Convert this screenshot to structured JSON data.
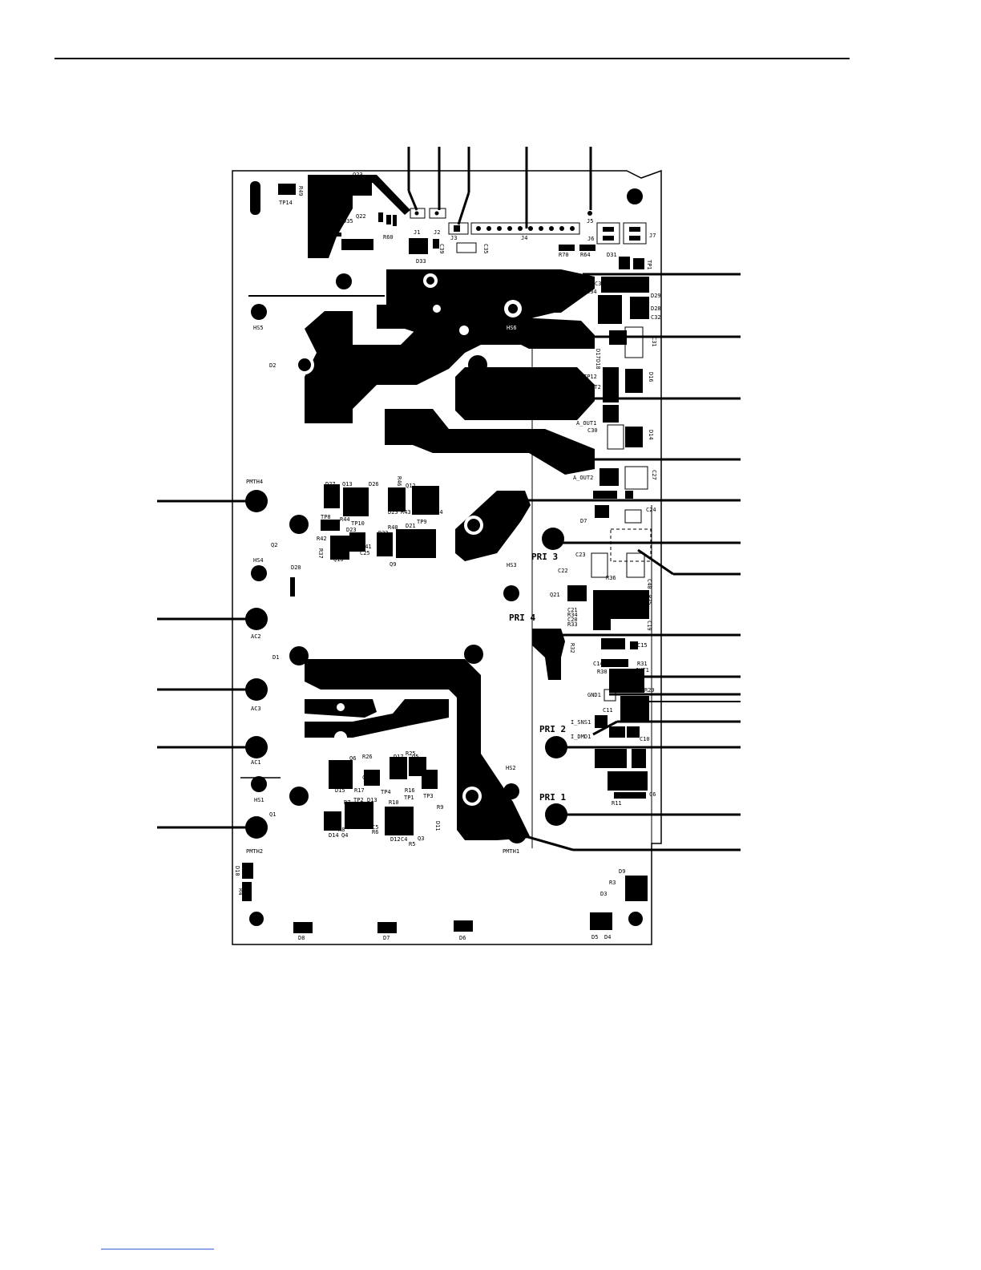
{
  "labels": {
    "TP14": "TP14",
    "R49": "R49",
    "Q23": "Q23",
    "Q22": "Q22",
    "D35": "D35",
    "R60": "R60",
    "J1": "J1",
    "J2": "J2",
    "J3": "J3",
    "J4": "J4",
    "J5": "J5",
    "J6": "J6",
    "J7": "J7",
    "D33": "D33",
    "C39": "C39",
    "C35": "C35",
    "R70": "R70",
    "R64": "R64",
    "D31": "D31",
    "TP1": "TP1",
    "C33": "C33",
    "C34": "C34",
    "D29": "D29",
    "D28": "D28",
    "C32": "C32",
    "C31": "C31",
    "HS5": "HS5",
    "HS6": "HS6",
    "D2": "D2",
    "D17": "D17",
    "D18": "D18",
    "D16": "D16",
    "TP12": "TP12",
    "OUT2": "OUT2",
    "A_OUT1": "A_OUT1",
    "C30": "C30",
    "D14": "D14",
    "A_OUT2": "A_OUT2",
    "C27": "C27",
    "PMTH4": "PMTH4",
    "D27": "D27",
    "Q13": "Q13",
    "D26": "D26",
    "R46": "R46",
    "Q12": "Q12",
    "D25": "D25",
    "R43": "R43",
    "D24": "D24",
    "R44": "R44",
    "TP10": "TP10",
    "TP9": "TP9",
    "TP8": "TP8",
    "D23": "D23",
    "R42": "R42",
    "R40": "R40",
    "D22": "D22",
    "D21": "D21",
    "TP5": "TP5",
    "R37": "R37",
    "Q10": "Q10",
    "R41": "R41",
    "C25": "C25",
    "Q9": "Q9",
    "Q2": "Q2",
    "D9": "D9",
    "D7": "D7",
    "C24": "C24",
    "C23": "C23",
    "C22": "C22",
    "PRI3": "PRI 3",
    "R36": "R36",
    "C40": "C40",
    "HS4": "HS4",
    "D20": "D20",
    "HS3": "HS3",
    "Q21": "Q21",
    "C21": "C21",
    "R35": "R35",
    "R34": "R34",
    "C20": "C20",
    "R33": "R33",
    "C19": "C19",
    "AC2": "AC2",
    "PRI4": "PRI 4",
    "R32": "R32",
    "C15": "C15",
    "C14": "C14",
    "R31": "R31",
    "D1": "D1",
    "R30": "R30",
    "OUT1": "OUT1",
    "GND1": "GND1",
    "R29": "R29",
    "C11": "C11",
    "AC3": "AC3",
    "I_SNS1": "I_SNS1",
    "I_DMD1": "I_DMD1",
    "PRI2": "PRI 2",
    "C10": "C10",
    "AC1": "AC1",
    "Q6": "Q6",
    "R26": "R26",
    "D17b": "D17",
    "R25": "R25",
    "Q5": "Q5",
    "R27": "R27",
    "D19": "D19",
    "C7": "C7",
    "R16": "R16",
    "D15": "D15",
    "R17": "R17",
    "TP4": "TP4",
    "TP3": "TP3",
    "HS2": "HS2",
    "HS1": "HS1",
    "PRI1": "PRI 1",
    "C6": "C6",
    "R11": "R11",
    "Q1": "Q1",
    "R7": "R7",
    "TP2": "TP2",
    "D13": "D13",
    "R10": "R10",
    "TP1b": "TP1",
    "R9": "R9",
    "R8": "R8",
    "C5": "C5",
    "R6": "R6",
    "D11": "D11",
    "D14b": "D14",
    "Q4": "Q4",
    "D12": "D12",
    "C4": "C4",
    "Q3": "Q3",
    "R5": "R5",
    "PMTH2": "PMTH2",
    "PMTH1": "PMTH1",
    "D10": "D10",
    "R4": "R4",
    "R3": "R3",
    "D3": "D3",
    "D9b": "D9",
    "D8": "D8",
    "D7b": "D7",
    "D6": "D6",
    "D5": "D5",
    "D4": "D4"
  }
}
